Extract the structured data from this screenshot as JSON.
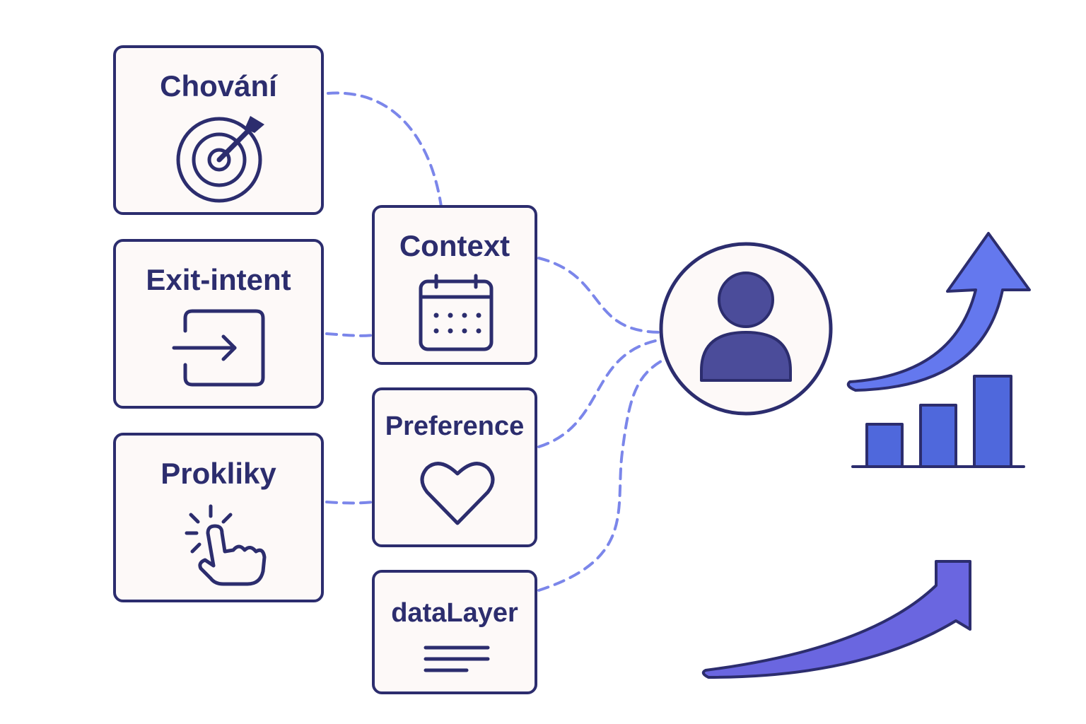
{
  "diagram": {
    "inputs": [
      {
        "id": "chovani",
        "label": "Chování",
        "icon": "target-icon"
      },
      {
        "id": "exit",
        "label": "Exit-intent",
        "icon": "exit-icon"
      },
      {
        "id": "prokliky",
        "label": "Prokliky",
        "icon": "click-hand-icon"
      }
    ],
    "signals": [
      {
        "id": "context",
        "label": "Context",
        "icon": "calendar-icon"
      },
      {
        "id": "preference",
        "label": "Preference",
        "icon": "heart-icon"
      },
      {
        "id": "datalayer",
        "label": "dataLayer",
        "icon": "text-lines-icon"
      }
    ],
    "center": {
      "icon": "user-icon"
    },
    "outcome": {
      "icons": [
        "up-arrow-icon",
        "bar-chart-icon",
        "growth-arrow-icon"
      ]
    }
  },
  "colors": {
    "outline": "#2c2d6e",
    "card_fill": "#fdf9f8",
    "dashed_connector": "#7b86ea",
    "user_fill": "#4b4c9a",
    "bars_fill": "#4f68dc",
    "arrow_fill": "#6478ee",
    "growth_arrow_fill": "#6a66e0"
  }
}
